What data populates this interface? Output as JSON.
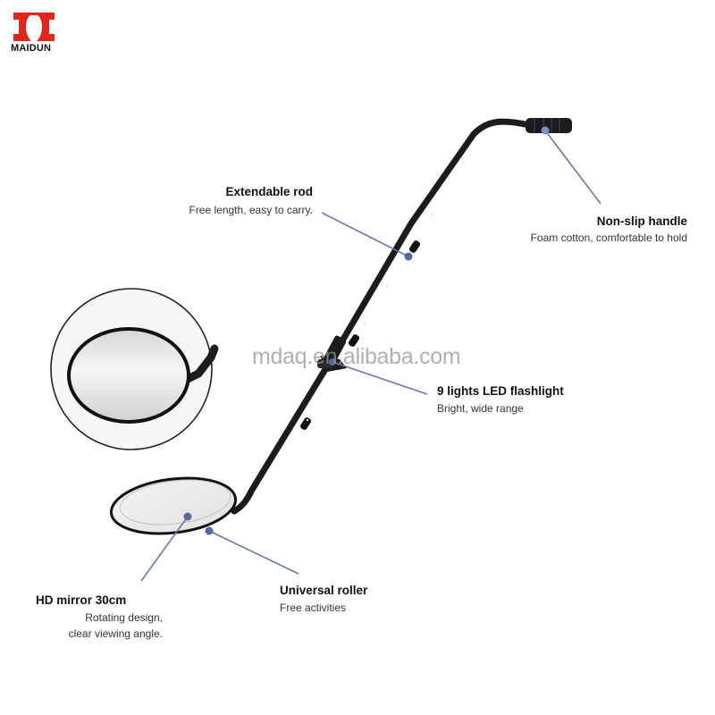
{
  "brand": {
    "name": "MAIDUN",
    "color": "#e0261d"
  },
  "watermark": "mdaq.en.alibaba.com",
  "colors": {
    "rod": "#1c1c1f",
    "leader_line": "#6b77a3",
    "leader_dot": "#5a6797",
    "mirror_face": "#ececee"
  },
  "features": [
    {
      "title": "Extendable rod",
      "description": "Free length, easy to carry."
    },
    {
      "title": "Non-slip handle",
      "description": "Foam cotton, comfortable to hold"
    },
    {
      "title": "9 lights LED flashlight",
      "description": "Bright, wide range"
    },
    {
      "title": "HD mirror 30cm",
      "description_lines": [
        "Rotating design,",
        "clear viewing angle."
      ]
    },
    {
      "title": "Universal roller",
      "description": "Free activities"
    }
  ]
}
